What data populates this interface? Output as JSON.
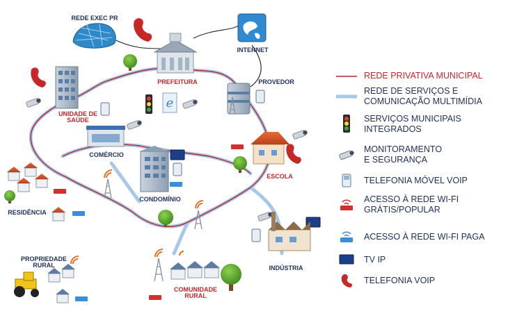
{
  "labels": {
    "rede_exec": "REDE EXEC PR",
    "internet": "INTERNET",
    "prefeitura": "PREFEITURA",
    "provedor": "PROVEDOR",
    "unidade_saude": "UNIDADE DE\nSAÚDE",
    "comercio": "COMÉRCIO",
    "escola": "ESCOLA",
    "condominio": "CONDOMÍNIO",
    "residencia": "RESIDÊNCIA",
    "propriedade_rural": "PROPRIEDADE\nRURAL",
    "comunidade_rural": "COMUNIDADE\nRURAL",
    "industria": "INDÚSTRIA"
  },
  "legend": [
    {
      "icon": "red-line-icon",
      "text": "REDE PRIVATIVA MUNICIPAL",
      "color": "#c0262c"
    },
    {
      "icon": "blue-line-icon",
      "text": "REDE DE SERVIÇOS E\nCOMUNICAÇÃO MULTIMÍDIA",
      "color": "#1e2f5a"
    },
    {
      "icon": "traffic-light-icon",
      "text": "SERVIÇOS MUNICIPAIS\nINTEGRADOS",
      "color": "#1e2f5a"
    },
    {
      "icon": "security-camera-icon",
      "text": "MONITORAMENTO\nE SEGURANÇA",
      "color": "#1e2f5a"
    },
    {
      "icon": "voip-phone-icon",
      "text": "TELEFONIA MÓVEL VOIP",
      "color": "#1e2f5a"
    },
    {
      "icon": "free-wifi-router-icon",
      "text": "ACESSO À REDE WI-FI\nGRÁTIS/POPULAR",
      "color": "#1e2f5a"
    },
    {
      "icon": "paid-wifi-router-icon",
      "text": "ACESSO À REDE WI-FI PAGA",
      "color": "#1e2f5a"
    },
    {
      "icon": "tv-icon",
      "text": "TV IP",
      "color": "#1e2f5a"
    },
    {
      "icon": "red-telephone-icon",
      "text": "TELEFONIA VOIP",
      "color": "#1e2f5a"
    }
  ],
  "colors": {
    "private_network": "#b3262b",
    "multimedia_network": "#a9c8e8",
    "text_dark": "#1e2f5a",
    "text_red": "#c0262c"
  }
}
